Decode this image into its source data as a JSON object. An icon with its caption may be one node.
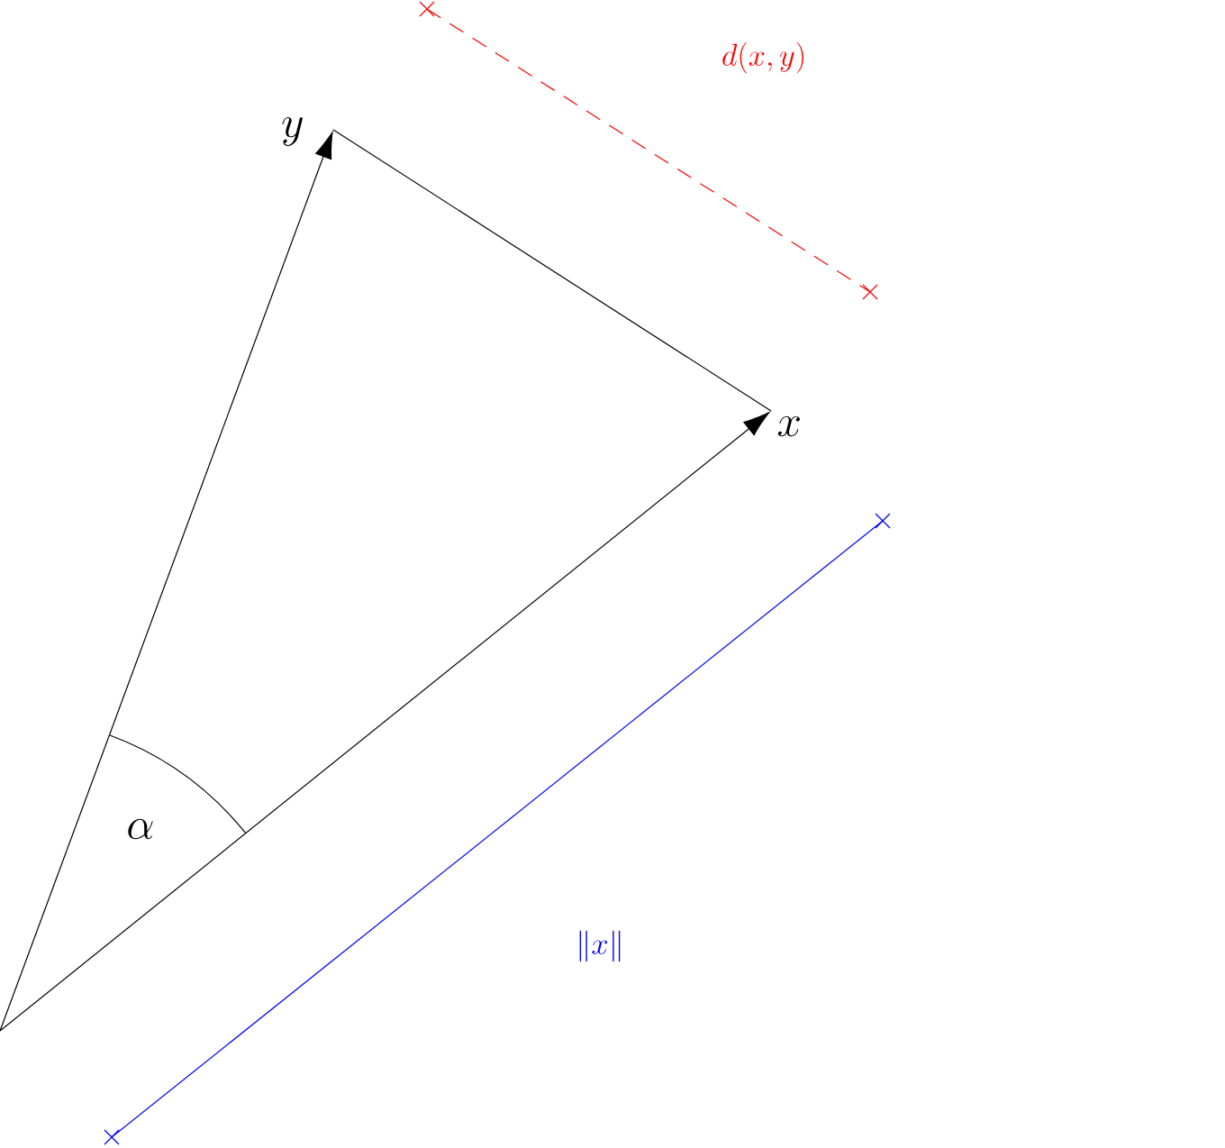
{
  "diagram": {
    "nodes": [
      {
        "text": [
          "x"
        ]
      },
      {
        "text": [
          "y"
        ]
      }
    ],
    "edges": [
      {
        "from": null,
        "to": 0,
        "arrow": "to"
      },
      {
        "from": null,
        "to": 1,
        "arrow": "to"
      },
      {
        "from": 0,
        "to": 1,
        "arrow": "none"
      }
    ],
    "labels": [
      "\\alpha",
      "d(x,y)",
      "\\|x\\|"
    ]
  }
}
